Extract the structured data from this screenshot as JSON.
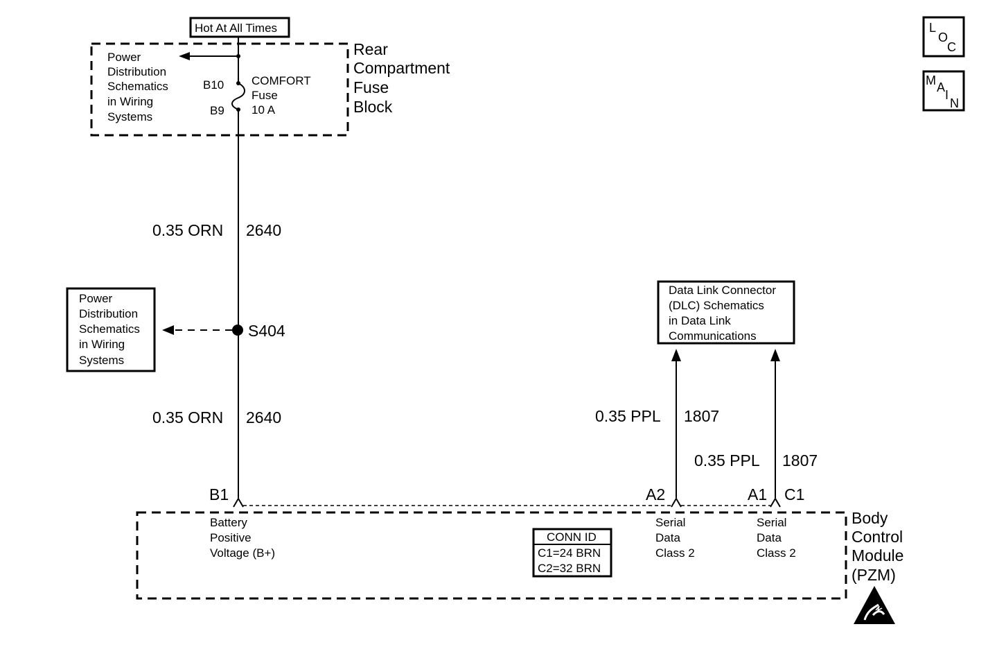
{
  "hot_label": "Hot At All Times",
  "fuse_block": {
    "title": [
      "Rear",
      "Compartment",
      "Fuse",
      "Block"
    ],
    "pin_top": "B10",
    "pin_bottom": "B9",
    "fuse_label": [
      "COMFORT",
      "Fuse",
      "10 A"
    ],
    "ref_text": [
      "Power",
      "Distribution",
      "Schematics",
      "in Wiring",
      "Systems"
    ]
  },
  "wire_upper": {
    "gauge_color": "0.35 ORN",
    "circuit": "2640"
  },
  "splice": {
    "label": "S404"
  },
  "splice_ref": [
    "Power",
    "Distribution",
    "Schematics",
    "in Wiring",
    "Systems"
  ],
  "wire_lower": {
    "gauge_color": "0.35 ORN",
    "circuit": "2640"
  },
  "dlc_ref": [
    "Data Link Connector",
    "(DLC) Schematics",
    "in Data Link",
    "Communications"
  ],
  "wire_a2": {
    "gauge_color": "0.35 PPL",
    "circuit": "1807"
  },
  "wire_a1": {
    "gauge_color": "0.35 PPL",
    "circuit": "1807"
  },
  "bcm": {
    "title": [
      "Body",
      "Control",
      "Module",
      "(PZM)"
    ],
    "pin_b1": "B1",
    "pin_a2": "A2",
    "pin_a1": "A1",
    "pin_c1": "C1",
    "b1_desc": [
      "Battery",
      "Positive",
      "Voltage (B+)"
    ],
    "a2_desc": [
      "Serial",
      "Data",
      "Class 2"
    ],
    "a1_desc": [
      "Serial",
      "Data",
      "Class 2"
    ],
    "conn_id": {
      "header": "CONN ID",
      "rows": [
        "C1=24 BRN",
        "C2=32 BRN"
      ]
    }
  },
  "nav": {
    "loc": [
      "L",
      "O",
      "C"
    ],
    "main": [
      "M",
      "A",
      "I",
      "N"
    ]
  },
  "icons": {
    "esd": "esd-warning-icon"
  }
}
